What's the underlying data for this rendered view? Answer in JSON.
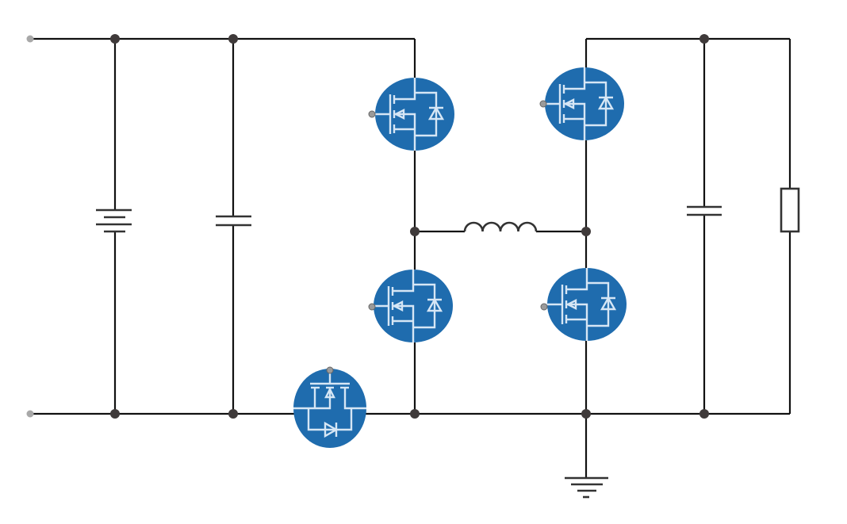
{
  "diagram": {
    "type": "circuit-schematic",
    "components": [
      "battery",
      "input-capacitor",
      "mosfet-high-left",
      "mosfet-low-left",
      "mosfet-high-right",
      "mosfet-low-right",
      "mosfet-series-switch",
      "inductor",
      "output-capacitor",
      "load-resistor",
      "ground"
    ],
    "colors": {
      "wire": "#111111",
      "node": "#3f3a3a",
      "mosfet_fill": "#1f6cae",
      "mosfet_symbol": "#d6e6f5",
      "terminal": "#9a9a9a"
    }
  }
}
